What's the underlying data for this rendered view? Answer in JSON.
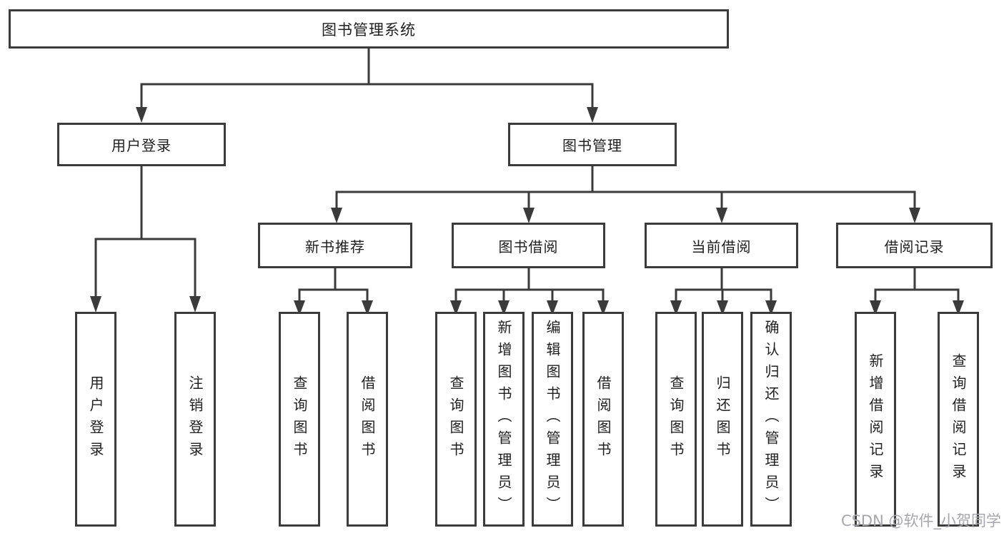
{
  "nodes": {
    "root": {
      "label": "图书管理系统"
    },
    "branches": [
      {
        "label": "用户登录"
      },
      {
        "label": "图书管理"
      }
    ],
    "modules": [
      {
        "label": "新书推荐"
      },
      {
        "label": "图书借阅"
      },
      {
        "label": "当前借阅"
      },
      {
        "label": "借阅记录"
      }
    ],
    "leaves": [
      {
        "label": "用户登录"
      },
      {
        "label": "注销登录"
      },
      {
        "label": "查询图书"
      },
      {
        "label": "借阅图书"
      },
      {
        "label": "查询图书"
      },
      {
        "label": "新增图书（管理员）"
      },
      {
        "label": "编辑图书（管理员）"
      },
      {
        "label": "借阅图书"
      },
      {
        "label": "查询图书"
      },
      {
        "label": "归还图书"
      },
      {
        "label": "确认归还（管理员）"
      },
      {
        "label": "新增借阅记录"
      },
      {
        "label": "查询借阅记录"
      }
    ]
  },
  "watermark": {
    "text": "CSDN @软件_小贺同学"
  },
  "colors": {
    "line": "#3b3b3b",
    "box_border": "#3b3b3b",
    "text": "#1f1f1f",
    "watermark": "#a6a6ad",
    "background": "#ffffff"
  }
}
